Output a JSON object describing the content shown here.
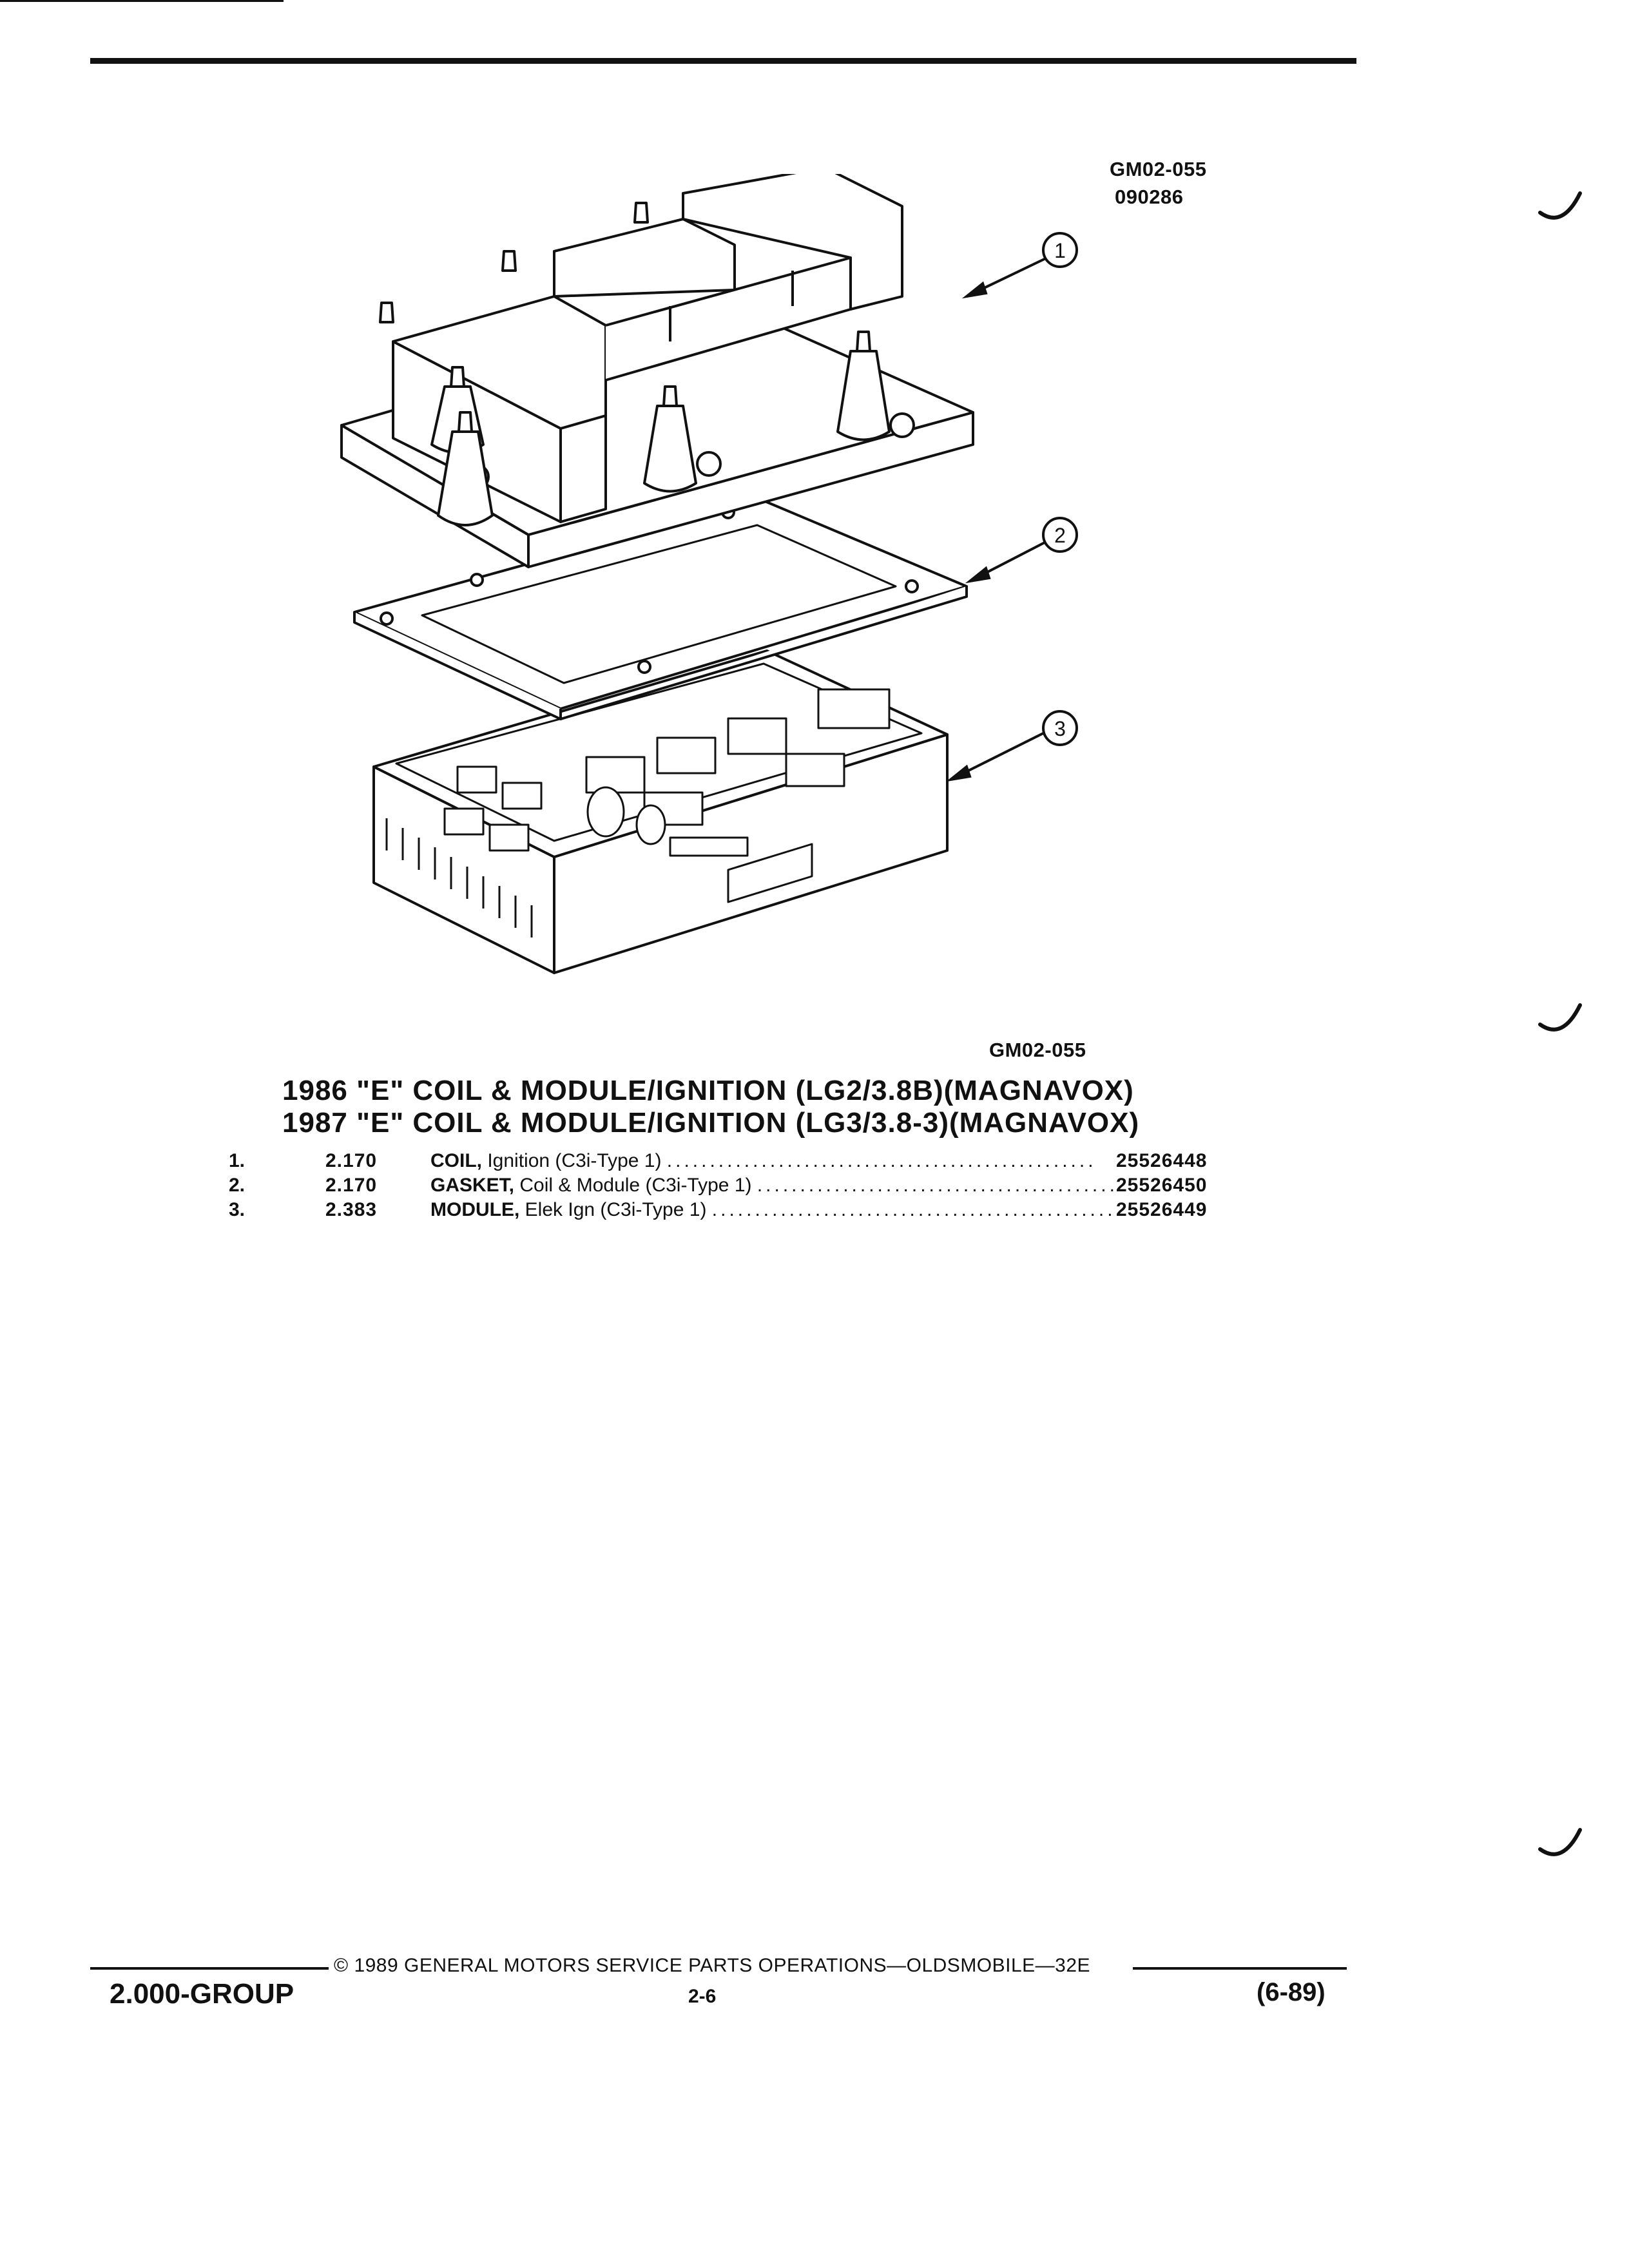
{
  "header": {
    "figure_ref": "GM02-055",
    "figure_date": "090286"
  },
  "diagram": {
    "callouts": [
      "1",
      "2",
      "3"
    ],
    "caption": "GM02-055"
  },
  "titles": {
    "line1": "1986 \"E\" COIL & MODULE/IGNITION (LG2/3.8B)(MAGNAVOX)",
    "line2": "1987 \"E\" COIL & MODULE/IGNITION (LG3/3.8-3)(MAGNAVOX)"
  },
  "parts": [
    {
      "num": "1.",
      "code": "2.170",
      "name": "COIL,",
      "desc": " Ignition (C3i-Type 1)",
      "part_no": "25526448"
    },
    {
      "num": "2.",
      "code": "2.170",
      "name": "GASKET,",
      "desc": " Coil & Module (C3i-Type 1)",
      "part_no": "25526450"
    },
    {
      "num": "3.",
      "code": "2.383",
      "name": "MODULE,",
      "desc": " Elek Ign (C3i-Type 1)",
      "part_no": "25526449"
    }
  ],
  "footer": {
    "copyright": "© 1989 GENERAL MOTORS SERVICE PARTS OPERATIONS—OLDSMOBILE—32E",
    "group": "2.000-GROUP",
    "page": "2-6",
    "date": "(6-89)"
  }
}
